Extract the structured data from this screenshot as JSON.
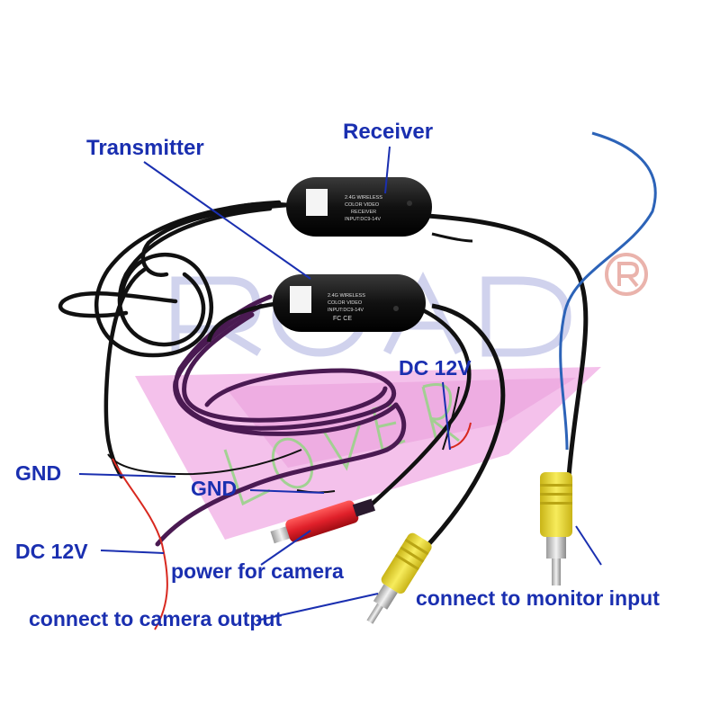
{
  "labels": {
    "transmitter": "Transmitter",
    "receiver": "Receiver",
    "dc12v_top": "DC 12V",
    "gnd_left": "GND",
    "gnd_mid": "GND",
    "dc12v_left": "DC 12V",
    "power_for_camera": "power for camera",
    "connect_to_monitor_input": "connect to monitor input",
    "connect_to_camera_output": "connect to camera output"
  },
  "receiver_module_print": {
    "line1": "2.4G WIRELESS",
    "line2": "COLOR  VIDEO",
    "line3": "RECEIVER",
    "line4": "INPUT:DC9-14V"
  },
  "transmitter_module_print": {
    "line1": "2.4G WIRELESS",
    "line2": "COLOR  VIDEO",
    "line3": "INPUT:DC9-14V",
    "marks": "FC  CE"
  },
  "watermark": {
    "word": "ROAD",
    "script": "LOVER",
    "registered_mark": "®"
  },
  "colors": {
    "label_text": "#1a2fb0",
    "cable": "#111111",
    "power_cable": "#4a1a52",
    "rca_yellow": "#f2e23a",
    "rca_red": "#e0202a",
    "antenna_blue": "#2c63b8",
    "watermark_pink": "#f2b6e8",
    "watermark_blue": "#c8cbea"
  },
  "icons": [
    "registered-mark-icon"
  ]
}
